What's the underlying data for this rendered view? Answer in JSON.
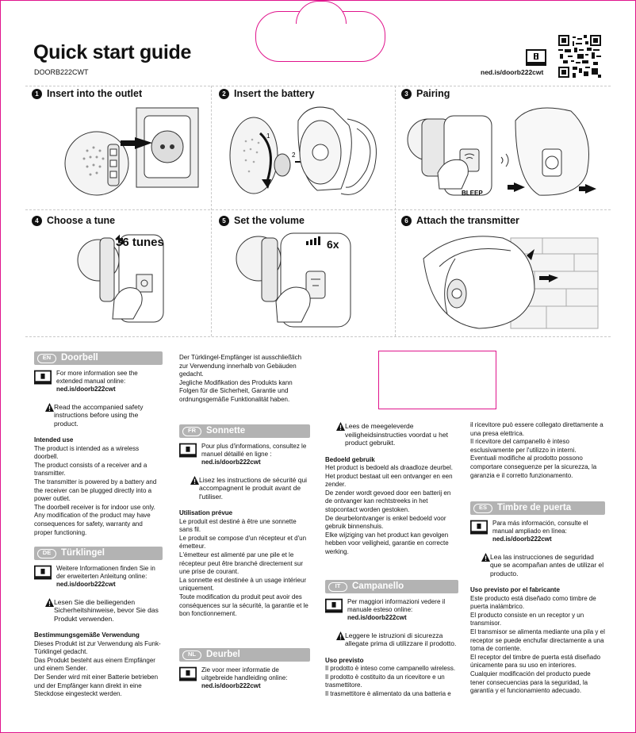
{
  "header": {
    "title": "Quick start guide",
    "model": "DOORB222CWT",
    "url": "ned.is/doorb222cwt"
  },
  "steps": [
    {
      "num": "1",
      "label": "Insert into the outlet"
    },
    {
      "num": "2",
      "label": "Insert the battery"
    },
    {
      "num": "3",
      "label": "Pairing"
    },
    {
      "num": "4",
      "label": "Choose a tune"
    },
    {
      "num": "5",
      "label": "Set the volume"
    },
    {
      "num": "6",
      "label": "Attach the transmitter"
    }
  ],
  "illustration_text": {
    "battery_arrow_1": "1",
    "battery_arrow_2": "2",
    "bleep": "BLEEP",
    "tunes": "36 tunes",
    "volume": "6x"
  },
  "sections": {
    "en": {
      "code": "EN",
      "title": "Doorbell",
      "info": "For more information see the extended manual online:",
      "url": "ned.is/doorb222cwt",
      "warning": "Read the accompanied safety instructions before using the product.",
      "sub": "Intended use",
      "body": "The product is intended as a wireless doorbell.\nThe product consists of a receiver and a transmitter.\nThe transmitter is powered by a battery and the receiver can be plugged directly into a power outlet.\nThe doorbell receiver is for indoor use only.\nAny modification of the product may have consequences for safety, warranty and proper functioning."
    },
    "de": {
      "code": "DE",
      "title": "Türklingel",
      "info": "Weitere Informationen finden Sie in der erweiterten Anleitung online:",
      "url": "ned.is/doorb222cwt",
      "warning": "Lesen Sie die beiliegenden Sicherheitshinweise, bevor Sie das Produkt verwenden.",
      "sub": "Bestimmungsgemäße Verwendung",
      "body": "Dieses Produkt ist zur Verwendung als Funk-Türklingel gedacht.\nDas Produkt besteht aus einem Empfänger und einem Sender.\nDer Sender wird mit einer Batterie betrieben und der Empfänger kann direkt in eine Steckdose eingesteckt werden.",
      "body_cont": "Der Türklingel-Empfänger ist ausschließlich zur Verwendung innerhalb von Gebäuden gedacht.\nJegliche Modifikation des Produkts kann Folgen für die Sicherheit, Garantie und ordnungsgemäße Funktionalität haben."
    },
    "fr": {
      "code": "FR",
      "title": "Sonnette",
      "info": "Pour plus d'informations, consultez le manuel détaillé en ligne :",
      "url": "ned.is/doorb222cwt",
      "warning": "Lisez les instructions de sécurité qui accompagnent le produit avant de l'utiliser.",
      "sub": "Utilisation prévue",
      "body": "Le produit est destiné à être une sonnette sans fil.\nLe produit se compose d'un récepteur et d'un émetteur.\nL'émetteur est alimenté par une pile et le récepteur peut être branché directement sur une prise de courant.\nLa sonnette est destinée à un usage intérieur uniquement.\nToute modification du produit peut avoir des conséquences sur la sécurité, la garantie et le bon fonctionnement."
    },
    "nl": {
      "code": "NL",
      "title": "Deurbel",
      "info": "Zie voor meer informatie de uitgebreide handleiding online:",
      "url": "ned.is/doorb222cwt",
      "warning": "Lees de meegeleverde veiligheidsinstructies voordat u het product gebruikt.",
      "sub": "Bedoeld gebruik",
      "body": "Het product is bedoeld als draadloze deurbel.\nHet product bestaat uit een ontvanger en een zender.\nDe zender wordt gevoed door een batterij en de ontvanger kan rechtstreeks in het stopcontact worden gestoken.\nDe deurbelontvanger is enkel bedoeld voor gebruik binnenshuis.\nElke wijziging van het product kan gevolgen hebben voor veiligheid, garantie en correcte werking."
    },
    "it": {
      "code": "IT",
      "title": "Campanello",
      "info": "Per maggiori informazioni vedere il manuale esteso online:",
      "url": "ned.is/doorb222cwt",
      "warning": "Leggere le istruzioni di sicurezza allegate prima di utilizzare il prodotto.",
      "sub": "Uso previsto",
      "body": "Il prodotto è inteso come campanello wireless.\nIl prodotto è costituito da un ricevitore e un trasmettitore.\nIl trasmettitore è alimentato da una batteria e",
      "body_cont": "il ricevitore può essere collegato direttamente a una presa elettrica.\nIl ricevitore del campanello è inteso esclusivamente per l'utilizzo in interni.\nEventuali modifiche al prodotto possono comportare conseguenze per la sicurezza, la garanzia e il corretto funzionamento."
    },
    "es": {
      "code": "ES",
      "title": "Timbre de puerta",
      "info": "Para más información, consulte el manual ampliado en línea:",
      "url": "ned.is/doorb222cwt",
      "warning": "Lea las instrucciones de seguridad que se acompañan antes de utilizar el producto.",
      "sub": "Uso previsto por el fabricante",
      "body": "Este producto está diseñado como timbre de puerta inalámbrico.\nEl producto consiste en un receptor y un transmisor.\nEl transmisor se alimenta mediante una pila y el receptor se puede enchufar directamente a una toma de corriente.\nEl receptor del timbre de puerta está diseñado únicamente para su uso en interiores.\nCualquier modificación del producto puede tener consecuencias para la seguridad, la garantía y el funcionamiento adecuado."
    }
  }
}
